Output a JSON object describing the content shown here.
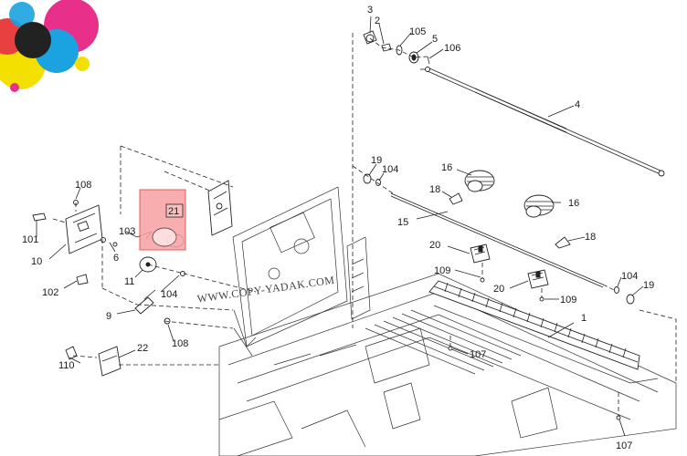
{
  "watermark": "WWW.COPY-YADAK.COM",
  "highlight": {
    "label": "21",
    "fill": "#f7a1a1",
    "stroke": "#e04040"
  },
  "logo_colors": [
    "#e8308a",
    "#f4e000",
    "#1aa3e0",
    "#222222",
    "#e84040"
  ],
  "callouts": {
    "c3": "3",
    "c2": "2",
    "c105": "105",
    "c5": "5",
    "c106": "106",
    "c4": "4",
    "c108a": "108",
    "c101": "101",
    "c10": "10",
    "c103": "103",
    "c6": "6",
    "c102": "102",
    "c11": "11",
    "c104a": "104",
    "c9": "9",
    "c108b": "108",
    "c110": "110",
    "c22": "22",
    "c19a": "19",
    "c104b": "104",
    "c16a": "16",
    "c18a": "18",
    "c15": "15",
    "c16b": "16",
    "c18b": "18",
    "c20a": "20",
    "c109a": "109",
    "c20b": "20",
    "c109b": "109",
    "c104c": "104",
    "c19b": "19",
    "c1": "1",
    "c107a": "107",
    "c107b": "107"
  }
}
